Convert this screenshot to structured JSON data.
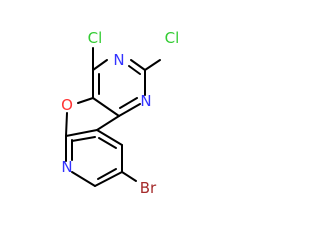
{
  "molecule": {
    "atoms": [
      {
        "id": "cl1",
        "symbol": "Cl",
        "color": "#33cc33"
      },
      {
        "id": "cl2",
        "symbol": "Cl",
        "color": "#33cc33"
      },
      {
        "id": "n1",
        "symbol": "N",
        "color": "#3333ff"
      },
      {
        "id": "n2",
        "symbol": "N",
        "color": "#3333ff"
      },
      {
        "id": "o1",
        "symbol": "O",
        "color": "#ff3333"
      },
      {
        "id": "n3",
        "symbol": "N",
        "color": "#3333ff"
      },
      {
        "id": "br1",
        "symbol": "Br",
        "color": "#a52a2a"
      }
    ],
    "bond_color": "#000000"
  }
}
